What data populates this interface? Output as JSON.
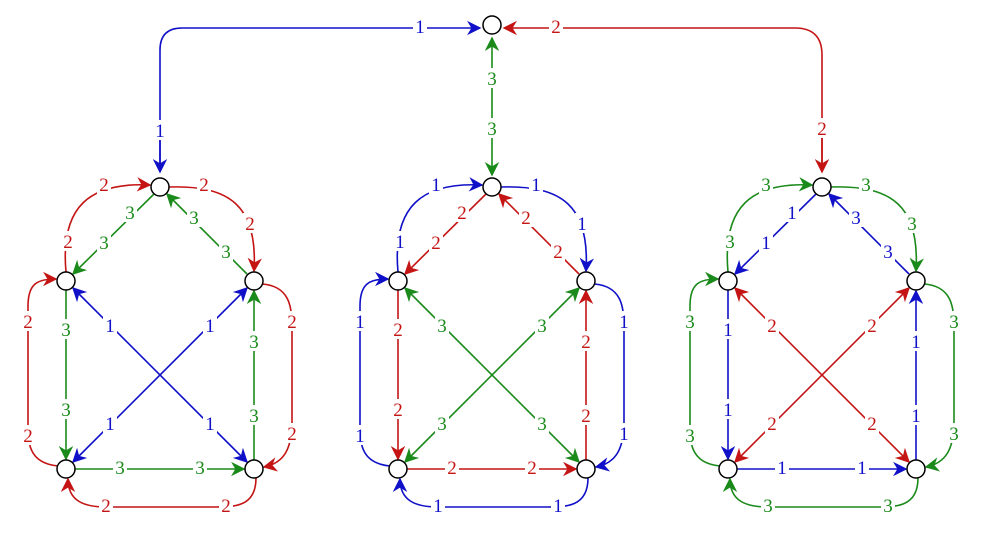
{
  "colors": {
    "blue": "#1010c8",
    "red": "#c41414",
    "green": "#1a8a1a",
    "node_stroke": "#000000",
    "node_fill": "#ffffff"
  },
  "edges": [
    {
      "id": "top-left-1",
      "color": "blue",
      "label": "1"
    },
    {
      "id": "top-right-2",
      "color": "red",
      "label": "2"
    },
    {
      "id": "top-mid-3a",
      "color": "green",
      "label": "3"
    },
    {
      "id": "top-mid-3b",
      "color": "green",
      "label": "3"
    },
    {
      "id": "top-right-2b",
      "color": "red",
      "label": "2"
    },
    {
      "id": "top-left-1b",
      "color": "blue",
      "label": "1"
    },
    {
      "id": "g1-outer-tl-a",
      "color": "red",
      "label": "2"
    },
    {
      "id": "g1-outer-tl-b",
      "color": "red",
      "label": "2"
    },
    {
      "id": "g1-outer-tr-a",
      "color": "red",
      "label": "2"
    },
    {
      "id": "g1-outer-tr-b",
      "color": "red",
      "label": "2"
    },
    {
      "id": "g1-inner-l-a",
      "color": "green",
      "label": "3"
    },
    {
      "id": "g1-inner-l-b",
      "color": "green",
      "label": "3"
    },
    {
      "id": "g1-inner-r-a",
      "color": "green",
      "label": "3"
    },
    {
      "id": "g1-inner-r-b",
      "color": "green",
      "label": "3"
    },
    {
      "id": "g1-left-v-a",
      "color": "green",
      "label": "3"
    },
    {
      "id": "g1-left-v-b",
      "color": "green",
      "label": "3"
    },
    {
      "id": "g1-right-v-a",
      "color": "green",
      "label": "3"
    },
    {
      "id": "g1-right-v-b",
      "color": "green",
      "label": "3"
    },
    {
      "id": "g1-bottom-a",
      "color": "green",
      "label": "3"
    },
    {
      "id": "g1-bottom-b",
      "color": "green",
      "label": "3"
    },
    {
      "id": "g1-outer-left-a",
      "color": "red",
      "label": "2"
    },
    {
      "id": "g1-outer-left-b",
      "color": "red",
      "label": "2"
    },
    {
      "id": "g1-outer-right-a",
      "color": "red",
      "label": "2"
    },
    {
      "id": "g1-outer-right-b",
      "color": "red",
      "label": "2"
    },
    {
      "id": "g1-outer-bottom-a",
      "color": "red",
      "label": "2"
    },
    {
      "id": "g1-outer-bottom-b",
      "color": "red",
      "label": "2"
    },
    {
      "id": "g1-diag1-a",
      "color": "blue",
      "label": "1"
    },
    {
      "id": "g1-diag1-b",
      "color": "blue",
      "label": "1"
    },
    {
      "id": "g1-diag2-a",
      "color": "blue",
      "label": "1"
    },
    {
      "id": "g1-diag2-b",
      "color": "blue",
      "label": "1"
    },
    {
      "id": "g2-outer-tl-a",
      "color": "blue",
      "label": "1"
    },
    {
      "id": "g2-outer-tl-b",
      "color": "blue",
      "label": "1"
    },
    {
      "id": "g2-outer-tr-a",
      "color": "blue",
      "label": "1"
    },
    {
      "id": "g2-outer-tr-b",
      "color": "blue",
      "label": "1"
    },
    {
      "id": "g2-inner-l-a",
      "color": "red",
      "label": "2"
    },
    {
      "id": "g2-inner-l-b",
      "color": "red",
      "label": "2"
    },
    {
      "id": "g2-inner-r-a",
      "color": "red",
      "label": "2"
    },
    {
      "id": "g2-inner-r-b",
      "color": "red",
      "label": "2"
    },
    {
      "id": "g2-left-v-a",
      "color": "red",
      "label": "2"
    },
    {
      "id": "g2-left-v-b",
      "color": "red",
      "label": "2"
    },
    {
      "id": "g2-right-v-a",
      "color": "red",
      "label": "2"
    },
    {
      "id": "g2-right-v-b",
      "color": "red",
      "label": "2"
    },
    {
      "id": "g2-bottom-a",
      "color": "red",
      "label": "2"
    },
    {
      "id": "g2-bottom-b",
      "color": "red",
      "label": "2"
    },
    {
      "id": "g2-outer-left-a",
      "color": "blue",
      "label": "1"
    },
    {
      "id": "g2-outer-left-b",
      "color": "blue",
      "label": "1"
    },
    {
      "id": "g2-outer-right-a",
      "color": "blue",
      "label": "1"
    },
    {
      "id": "g2-outer-right-b",
      "color": "blue",
      "label": "1"
    },
    {
      "id": "g2-outer-bottom-a",
      "color": "blue",
      "label": "1"
    },
    {
      "id": "g2-outer-bottom-b",
      "color": "blue",
      "label": "1"
    },
    {
      "id": "g2-diag1-a",
      "color": "green",
      "label": "3"
    },
    {
      "id": "g2-diag1-b",
      "color": "green",
      "label": "3"
    },
    {
      "id": "g2-diag2-a",
      "color": "green",
      "label": "3"
    },
    {
      "id": "g2-diag2-b",
      "color": "green",
      "label": "3"
    },
    {
      "id": "g3-outer-tl-a",
      "color": "green",
      "label": "3"
    },
    {
      "id": "g3-outer-tl-b",
      "color": "green",
      "label": "3"
    },
    {
      "id": "g3-outer-tr-a",
      "color": "green",
      "label": "3"
    },
    {
      "id": "g3-outer-tr-b",
      "color": "green",
      "label": "3"
    },
    {
      "id": "g3-inner-l-a",
      "color": "blue",
      "label": "1"
    },
    {
      "id": "g3-inner-l-b",
      "color": "blue",
      "label": "1"
    },
    {
      "id": "g3-inner-r-a",
      "color": "blue",
      "label": "3"
    },
    {
      "id": "g3-inner-r-b",
      "color": "blue",
      "label": "3"
    },
    {
      "id": "g3-left-v-a",
      "color": "blue",
      "label": "1"
    },
    {
      "id": "g3-left-v-b",
      "color": "blue",
      "label": "1"
    },
    {
      "id": "g3-right-v-a",
      "color": "blue",
      "label": "1"
    },
    {
      "id": "g3-right-v-b",
      "color": "blue",
      "label": "1"
    },
    {
      "id": "g3-bottom-a",
      "color": "blue",
      "label": "1"
    },
    {
      "id": "g3-bottom-b",
      "color": "blue",
      "label": "1"
    },
    {
      "id": "g3-outer-left-a",
      "color": "green",
      "label": "3"
    },
    {
      "id": "g3-outer-left-b",
      "color": "green",
      "label": "3"
    },
    {
      "id": "g3-outer-right-a",
      "color": "green",
      "label": "3"
    },
    {
      "id": "g3-outer-right-b",
      "color": "green",
      "label": "3"
    },
    {
      "id": "g3-outer-bottom-a",
      "color": "green",
      "label": "3"
    },
    {
      "id": "g3-outer-bottom-b",
      "color": "green",
      "label": "3"
    },
    {
      "id": "g3-diag1-a",
      "color": "red",
      "label": "2"
    },
    {
      "id": "g3-diag1-b",
      "color": "red",
      "label": "2"
    },
    {
      "id": "g3-diag2-a",
      "color": "red",
      "label": "2"
    },
    {
      "id": "g3-diag2-b",
      "color": "red",
      "label": "2"
    }
  ]
}
